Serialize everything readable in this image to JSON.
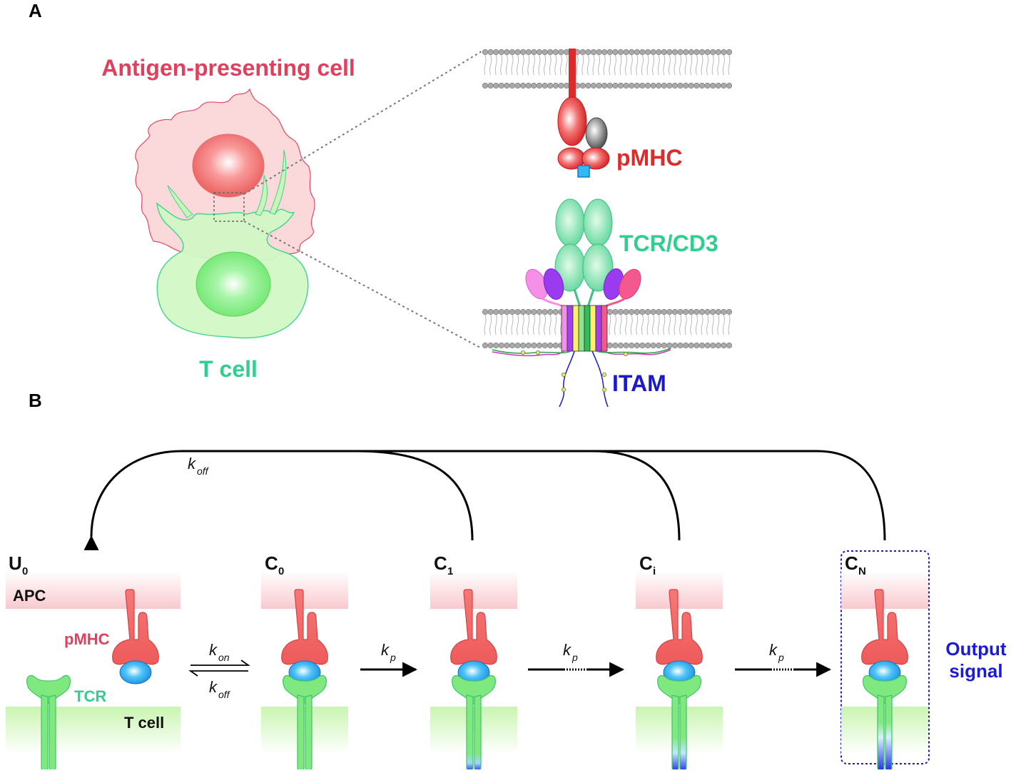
{
  "panel_a": {
    "letter": "A",
    "apc_label": "Antigen-presenting cell",
    "tcell_label": "T cell",
    "pmhc_label": "pMHC",
    "tcr_label": "TCR/CD3",
    "itam_label": "ITAM"
  },
  "panel_b": {
    "letter": "B",
    "apc_region_label": "APC",
    "tcell_region_label": "T cell",
    "pmhc_label": "pMHC",
    "tcr_label": "TCR",
    "output_label_line1": "Output",
    "output_label_line2": "signal",
    "states": [
      {
        "main": "U",
        "sub": "0"
      },
      {
        "main": "C",
        "sub": "0"
      },
      {
        "main": "C",
        "sub": "1"
      },
      {
        "main": "C",
        "sub": "i"
      },
      {
        "main": "C",
        "sub": "N"
      }
    ],
    "rates": {
      "k": "k",
      "on": "on",
      "off": "off",
      "p": "p"
    }
  },
  "colors": {
    "apc_red": "#e0405e",
    "pmhc_red": "#dd2a2a",
    "tcr_green": "#2fcf8f",
    "itam_blue": "#1a1ac8",
    "output_blue": "#1a1ad8"
  }
}
